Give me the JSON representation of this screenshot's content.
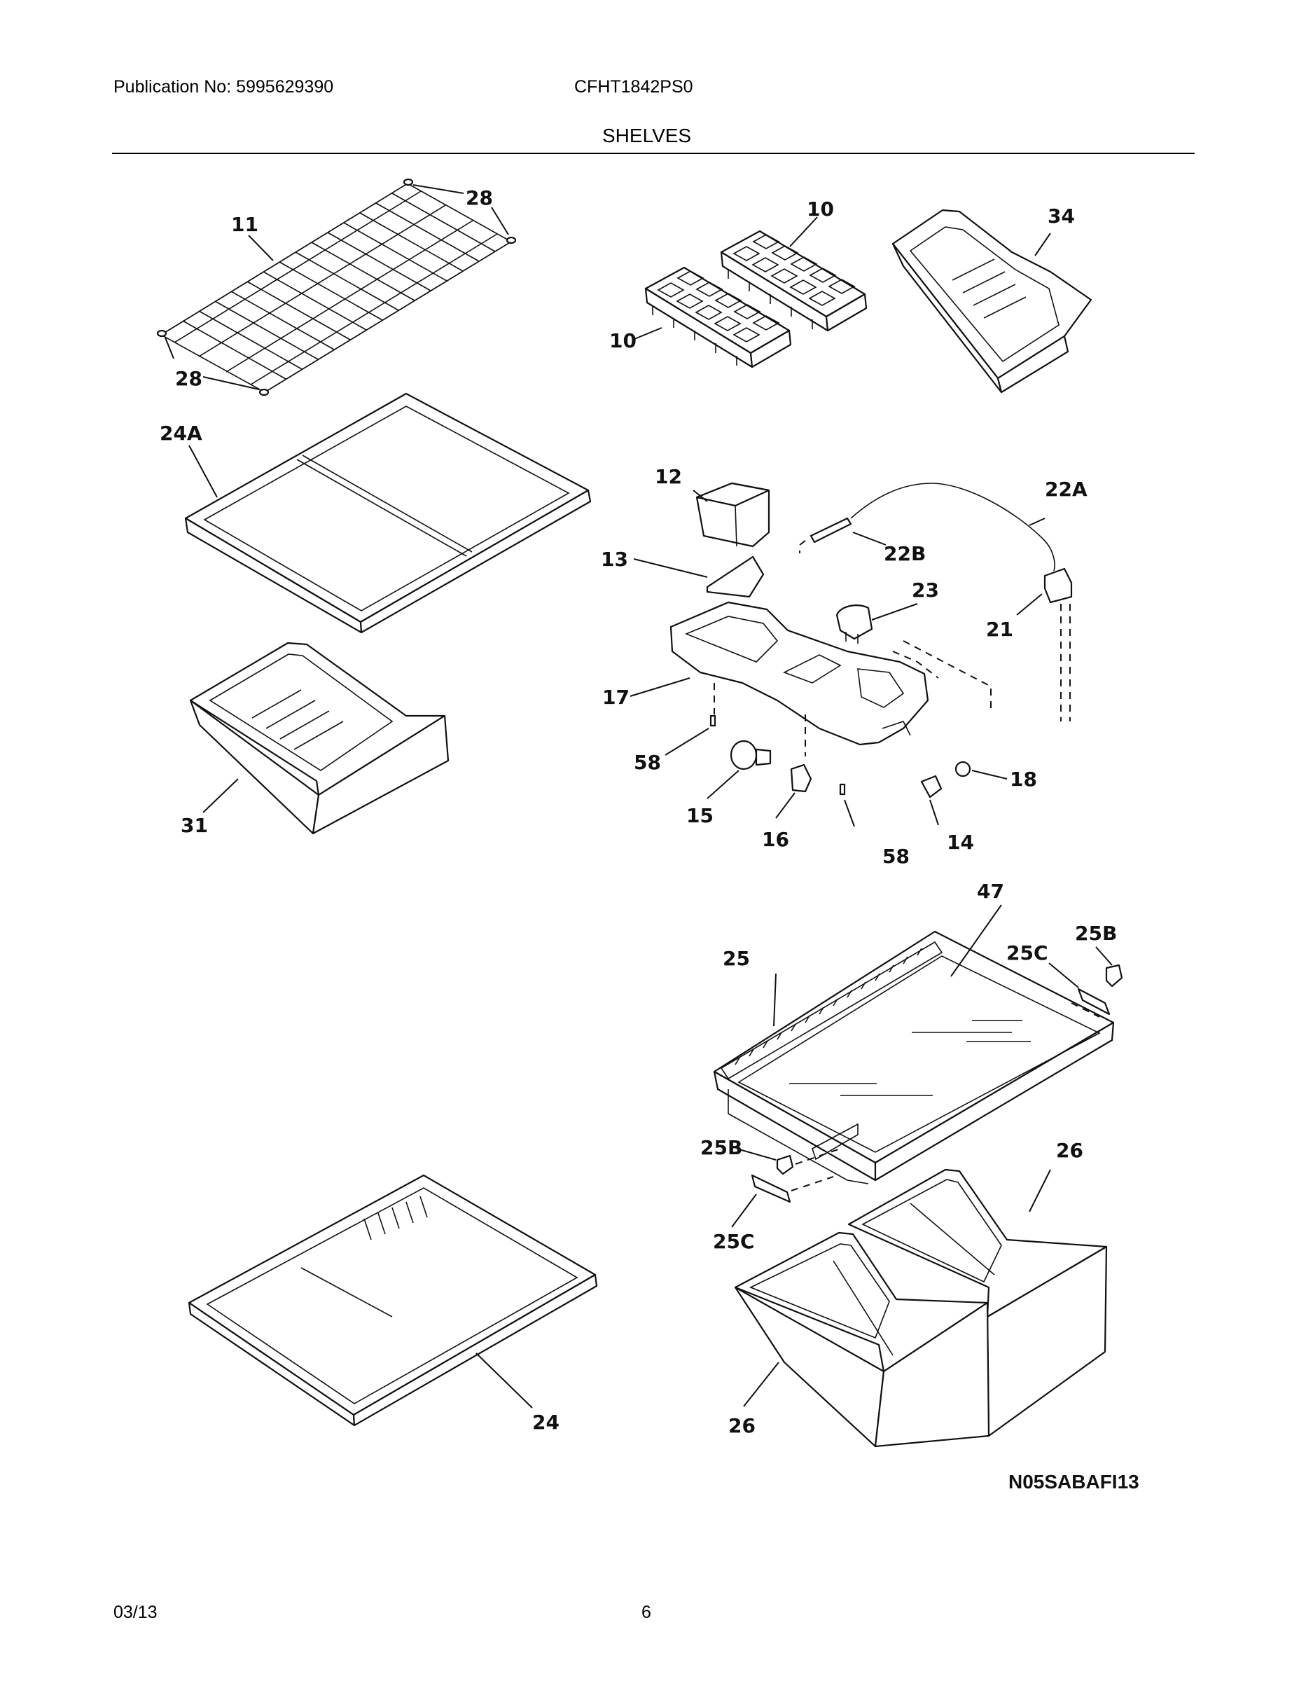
{
  "header": {
    "publication": "Publication No: 5995629390",
    "model": "CFHT1842PS0",
    "title": "SHELVES"
  },
  "callouts": {
    "c11": "11",
    "c28a": "28",
    "c28b": "28",
    "c10a": "10",
    "c10b": "10",
    "c34": "34",
    "c24a": "24A",
    "c12": "12",
    "c22a": "22A",
    "c13": "13",
    "c22b": "22B",
    "c23": "23",
    "c21": "21",
    "c17": "17",
    "c58a": "58",
    "c58b": "58",
    "c15": "15",
    "c16": "16",
    "c14": "14",
    "c18": "18",
    "c31": "31",
    "c47": "47",
    "c25": "25",
    "c25c_top": "25C",
    "c25b_top": "25B",
    "c25b_bot": "25B",
    "c25c_bot": "25C",
    "c26a": "26",
    "c26b": "26",
    "c24": "24"
  },
  "diagram_code": "N05SABAFI13",
  "footer": {
    "date": "03/13",
    "page": "6"
  }
}
